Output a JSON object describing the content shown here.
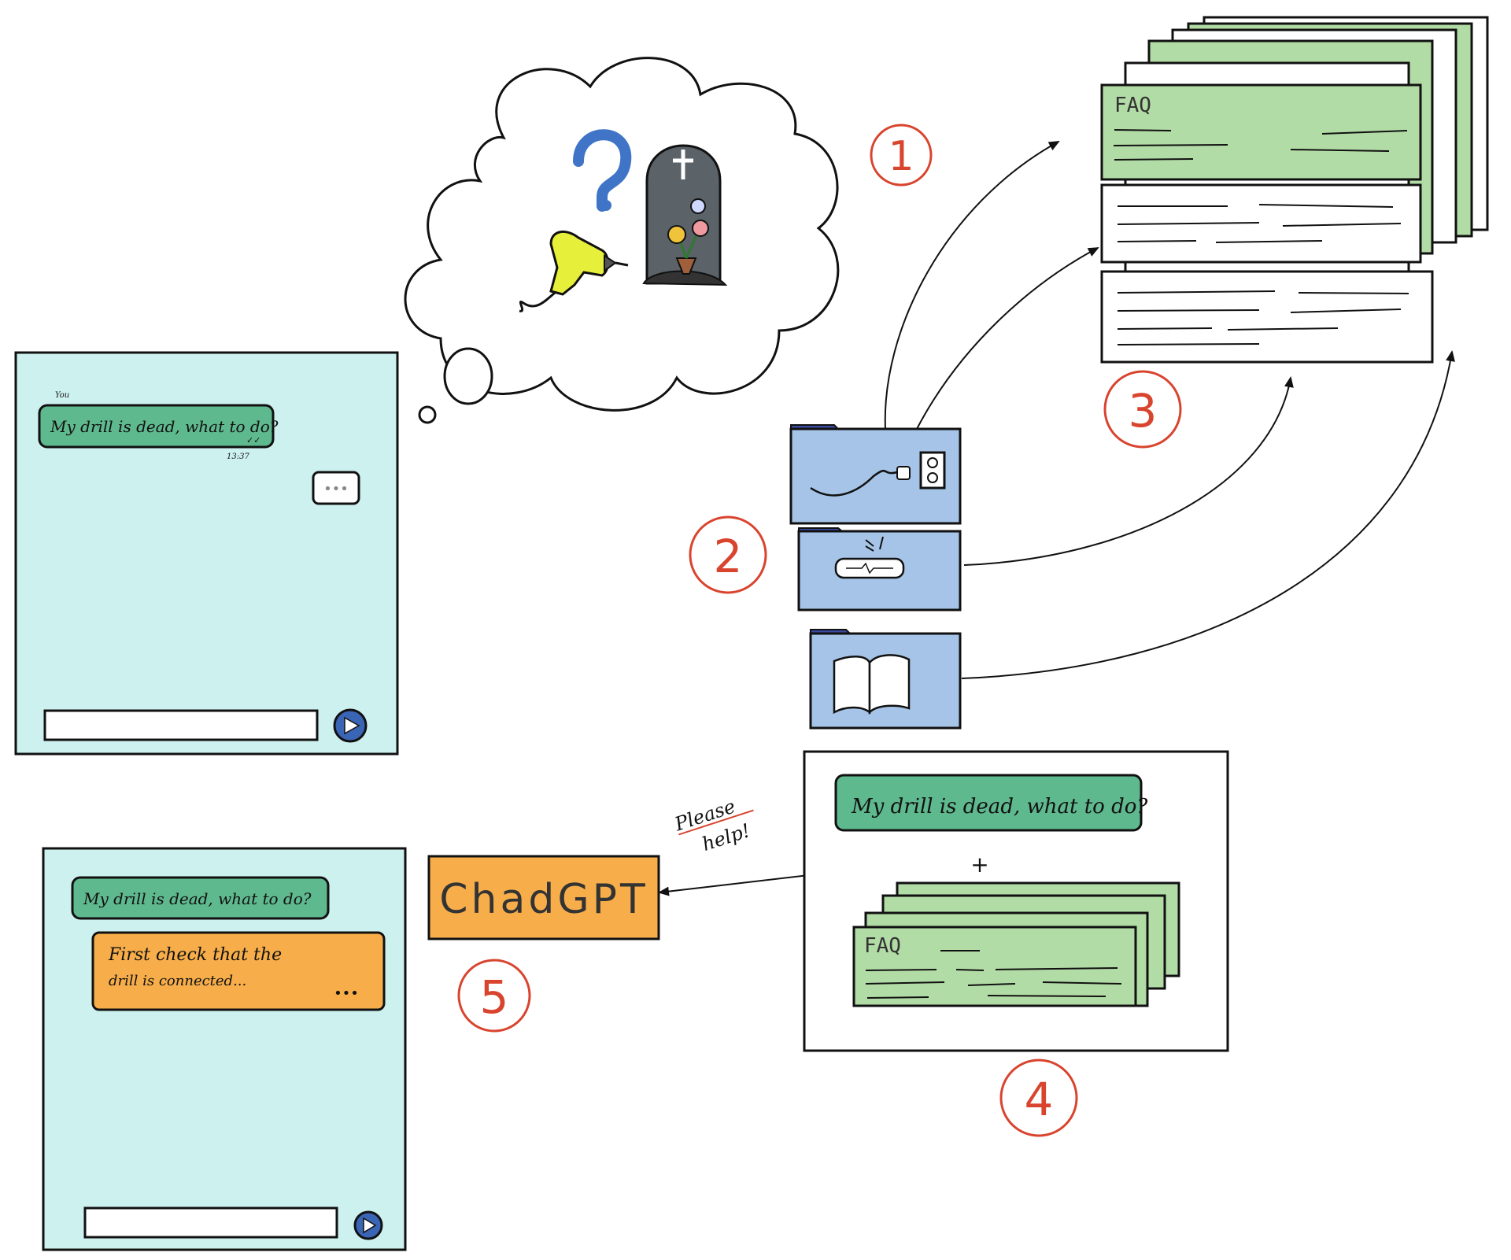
{
  "chat_top": {
    "sender_label": "You",
    "user_message": "My drill is dead, what to do?",
    "timestamp": "13:37",
    "read_receipt": "✓✓",
    "typing_indicator": "•••"
  },
  "chat_bottom": {
    "user_message": "My drill is dead, what to do?",
    "bot_reply_line1": "First check that the",
    "bot_reply_line2": "drill is connected...",
    "bot_reply_more": "•••"
  },
  "documents": {
    "faq_label": "FAQ"
  },
  "prompt_box": {
    "question": "My drill is dead, what to do?",
    "plus": "+",
    "faq_label": "FAQ"
  },
  "llm": {
    "name": "ChadGPT",
    "note_line1": "Please",
    "note_line2": "help!"
  },
  "steps": {
    "step1": "1",
    "step2": "2",
    "step3": "3",
    "step4": "4",
    "step5": "5"
  },
  "colors": {
    "chat_bg": "#cdf1ef",
    "user_bubble": "#5fb98e",
    "bot_bubble": "#f7ae4a",
    "chadgpt_box": "#f7ae4a",
    "faq_green": "#b2dca6",
    "folder_blue": "#a5c4e7",
    "step_red": "#d9442e",
    "send_button": "#3a64b4"
  },
  "icons": {
    "thought_question": "question-mark-icon",
    "thought_drill": "drill-icon",
    "thought_grave": "tombstone-icon",
    "folder1": "power-plug-socket-icon",
    "folder2": "fuse-icon",
    "folder3": "open-book-icon",
    "send": "send-arrow-icon"
  }
}
